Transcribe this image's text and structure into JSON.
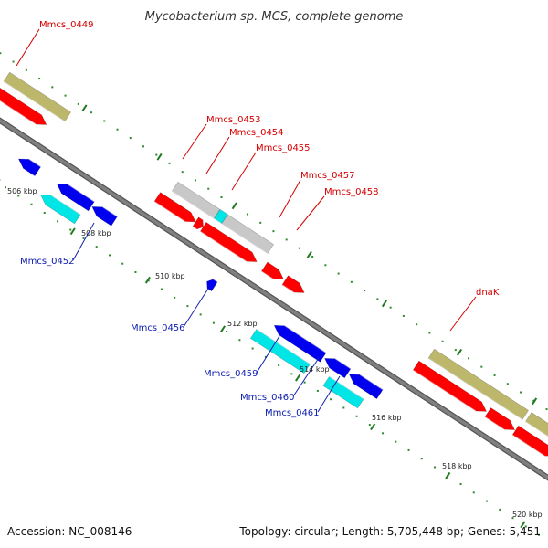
{
  "title": "Mycobacterium sp. MCS, complete genome",
  "footer": {
    "accession": "Accession: NC_008146",
    "summary": "Topology: circular; Length: 5,705,448 bp; Genes: 5,451"
  },
  "colors": {
    "backbone": "#808080",
    "minor_tick": "#2e8b2e",
    "major_tick": "#1f7a1f",
    "label_forward": "#d40000",
    "label_reverse": "#1020b0",
    "cds_red": "#ff0000",
    "cds_blue": "#0000ee",
    "rna_cyan": "#00e5e5",
    "gray_feature": "#c8c8c8",
    "khaki_feature": "#bdb76b",
    "orange_feature": "#ff9900"
  },
  "scale_labels": [
    "506 kbp",
    "508 kbp",
    "510 kbp",
    "512 kbp",
    "514 kbp",
    "516 kbp",
    "518 kbp",
    "520 kbp"
  ],
  "gene_labels_forward": [
    "Mmcs_0449",
    "Mmcs_0453",
    "Mmcs_0454",
    "Mmcs_0455",
    "Mmcs_0457",
    "Mmcs_0458",
    "dnaK"
  ],
  "gene_labels_reverse": [
    "Mmcs_0452",
    "Mmcs_0456",
    "Mmcs_0459",
    "Mmcs_0460",
    "Mmcs_0461"
  ]
}
